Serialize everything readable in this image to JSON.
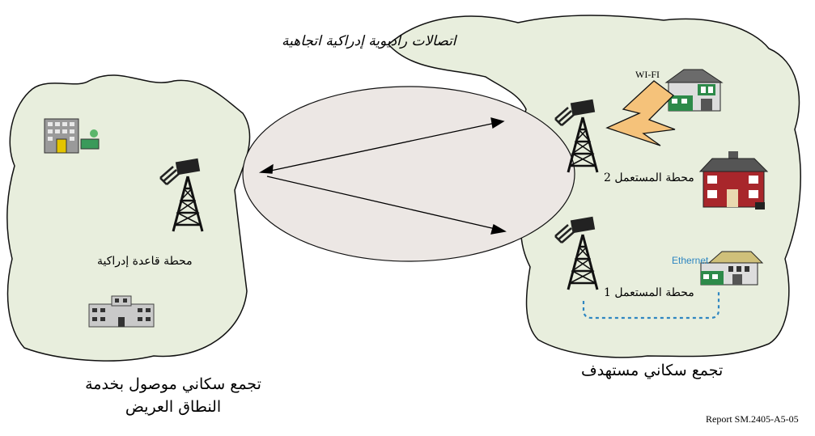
{
  "labels": {
    "cognitive_link": "اتصالات راديوية إدراكية اتجاهية",
    "base_station": "محطة قاعدة إدراكية",
    "user_station_2": "محطة المستعمل 2",
    "user_station_1": "محطة المستعمل 1",
    "wifi": "WI-FI",
    "ethernet": "Ethernet",
    "served_community_line1": "تجمع سكاني موصول بخدمة",
    "served_community_line2": "النطاق العريض",
    "target_community": "تجمع سكاني مستهدف",
    "report_ref": "Report SM.2405-A5-05"
  },
  "colors": {
    "cloud_fill": "#e8eedd",
    "ellipse_fill": "#ece7e4",
    "lightning": "#f5c27a",
    "ethernet_line": "#2e86c1",
    "house_green": "#2d8a4a",
    "house_red": "#a8262b"
  }
}
